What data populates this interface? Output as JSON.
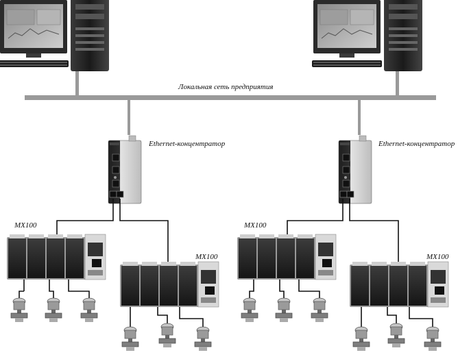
{
  "network": {
    "lan_label": "Локальная сеть предприятия",
    "hub_left_label": "Ethernet-концентратор",
    "hub_right_label": "Ethernet-концентратор"
  },
  "modules": {
    "left_top": "MX100",
    "left_bottom": "MX100",
    "right_top": "MX100",
    "right_bottom": "MX100"
  },
  "colors": {
    "bus": "#9a9a9a",
    "cable": "#111111",
    "device_body": "#2a2a2a",
    "device_face": "#d9d9d9"
  }
}
